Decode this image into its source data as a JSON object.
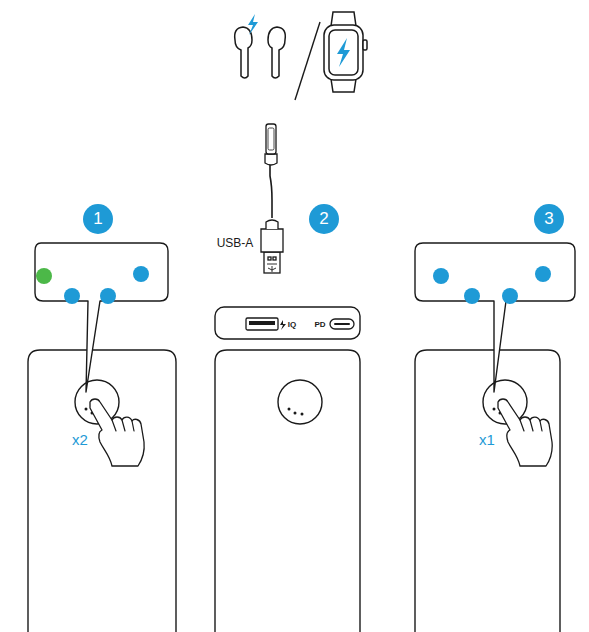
{
  "diagram": {
    "nodes": [
      {
        "text": [
          "1"
        ]
      },
      {
        "text": [
          "2"
        ]
      },
      {
        "text": [
          "3"
        ]
      }
    ],
    "labels": [
      "x2",
      "USB-A",
      "IQ",
      "PD",
      "x1"
    ]
  }
}
